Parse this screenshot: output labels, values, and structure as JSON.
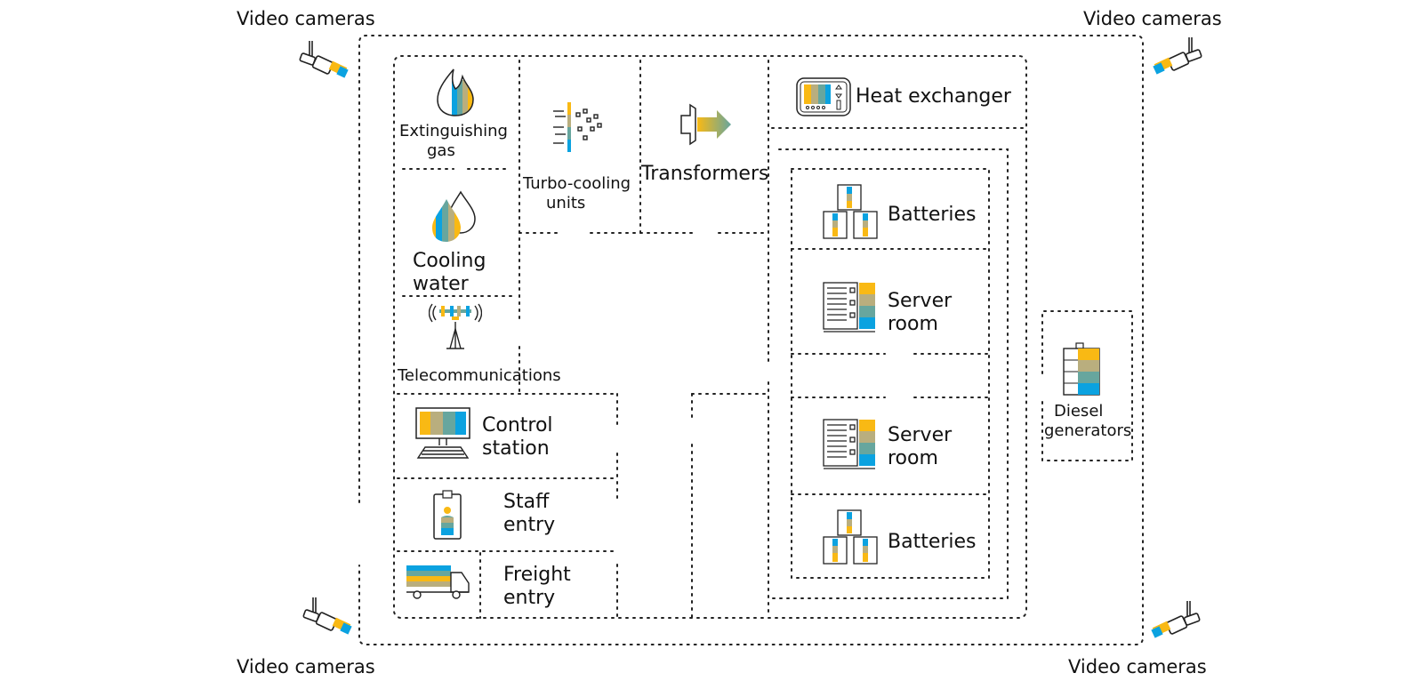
{
  "colors": {
    "yellow": "#F9B914",
    "olive": "#B9AE7E",
    "teal": "#67A69E",
    "blue": "#0BA2E0",
    "line": "#222222"
  },
  "cameras": {
    "top_left": "Video cameras",
    "top_right": "Video cameras",
    "bottom_left": "Video cameras",
    "bottom_right": "Video cameras"
  },
  "rooms": {
    "extinguishing_gas": {
      "line1": "Extinguishing",
      "line2": "gas",
      "icon": "flame-icon"
    },
    "turbo_cooling": {
      "line1": "Turbo-cooling",
      "line2": "units",
      "icon": "turbo-cooling-icon"
    },
    "transformers": {
      "label": "Transformers",
      "icon": "transformer-icon"
    },
    "heat_exchanger": {
      "label": "Heat exchanger",
      "icon": "heat-exchanger-icon"
    },
    "cooling_water": {
      "line1": "Cooling",
      "line2": "water",
      "icon": "water-drops-icon"
    },
    "telecommunications": {
      "label": "Telecommunications",
      "icon": "antenna-icon"
    },
    "control_station": {
      "line1": "Control",
      "line2": "station",
      "icon": "monitor-icon"
    },
    "staff_entry": {
      "line1": "Staff",
      "line2": "entry",
      "icon": "badge-icon"
    },
    "freight_entry": {
      "line1": "Freight",
      "line2": "entry",
      "icon": "truck-icon"
    },
    "batteries_top": {
      "label": "Batteries",
      "icon": "batteries-icon"
    },
    "server_room_top": {
      "line1": "Server",
      "line2": "room",
      "icon": "server-icon"
    },
    "server_room_bottom": {
      "line1": "Server",
      "line2": "room",
      "icon": "server-icon"
    },
    "batteries_bottom": {
      "label": "Batteries",
      "icon": "batteries-icon"
    },
    "diesel_generators": {
      "line1": "Diesel",
      "line2": "generators",
      "icon": "generator-icon"
    }
  }
}
